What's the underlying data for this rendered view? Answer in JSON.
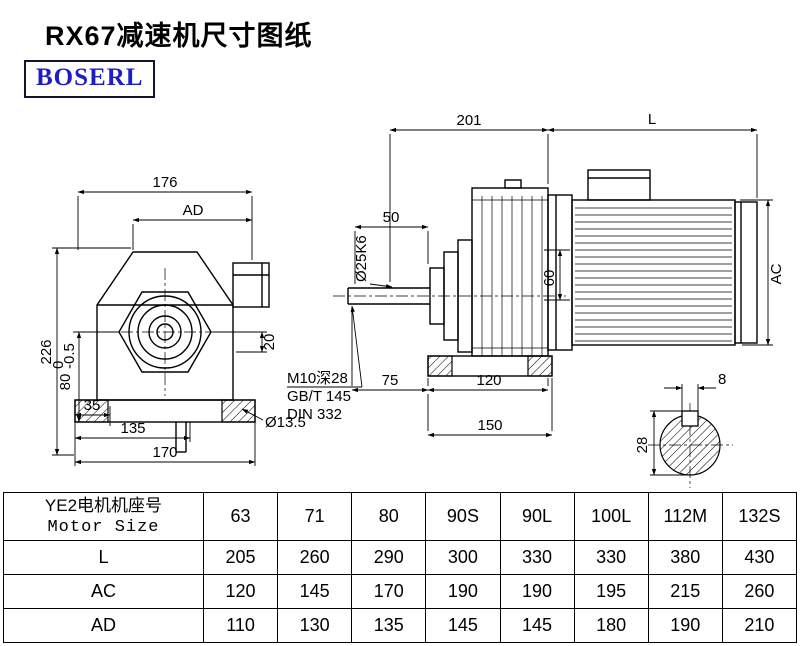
{
  "header": {
    "title": "RX67减速机尺寸图纸",
    "logo_text": "BOSERL"
  },
  "front_view": {
    "dim_width_top": "176",
    "dim_ad": "AD",
    "dim_height": "226",
    "dim_80": "80",
    "dim_80_tol_upper": "0",
    "dim_80_tol_lower": "-0.5",
    "dim_35": "35",
    "dim_135": "135",
    "dim_170": "170",
    "dim_20": "20",
    "dim_hole": "Ø13.5"
  },
  "side_view": {
    "dim_201": "201",
    "dim_l": "L",
    "dim_50": "50",
    "shaft_label": "Ø25K6",
    "dim_60": "60",
    "dim_ac": "AC",
    "tap_note_line1": "M10深28",
    "tap_note_line2": "GB/T 145",
    "tap_note_line3": "DIN 332",
    "dim_75": "75",
    "dim_120": "120",
    "dim_150": "150"
  },
  "shaft_section": {
    "dim_key_width": "8",
    "dim_28": "28"
  },
  "table": {
    "header": {
      "label_line1": "YE2电机机座号",
      "label_line2": "Motor Size"
    },
    "columns": [
      "63",
      "71",
      "80",
      "90S",
      "90L",
      "100L",
      "112M",
      "132S"
    ],
    "rows": [
      {
        "label": "L",
        "values": [
          "205",
          "260",
          "290",
          "300",
          "330",
          "330",
          "380",
          "430"
        ]
      },
      {
        "label": "AC",
        "values": [
          "120",
          "145",
          "170",
          "190",
          "190",
          "195",
          "215",
          "260"
        ]
      },
      {
        "label": "AD",
        "values": [
          "110",
          "130",
          "135",
          "145",
          "145",
          "180",
          "190",
          "210"
        ]
      }
    ]
  }
}
